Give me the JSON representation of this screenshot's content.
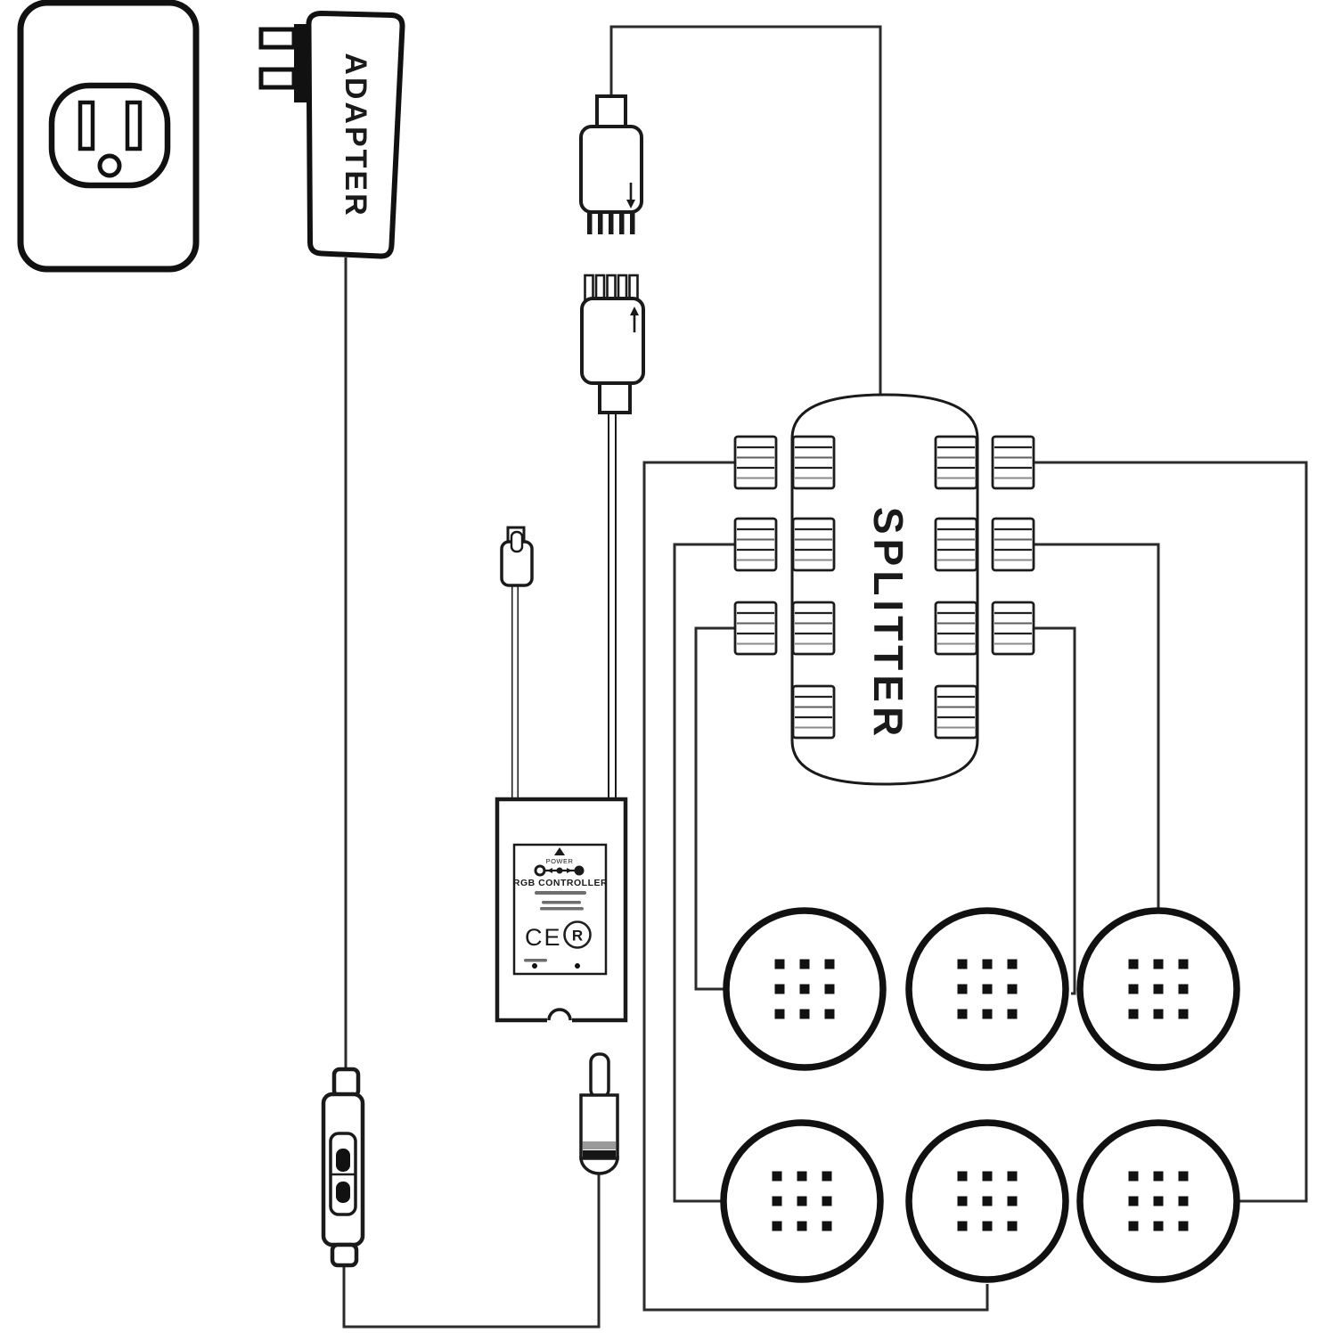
{
  "labels": {
    "adapter": "ADAPTER",
    "splitter": "SPLITTER",
    "controller_power": "POWER",
    "controller_title": "RGB CONTROLLER",
    "ce_mark": "CE",
    "cert_mark": "R"
  },
  "colors": {
    "ink": "#1a1a1a",
    "wire": "#2b2b2b",
    "band_gray": "#9a9a9a",
    "band_black": "#161616",
    "paper": "#ffffff"
  },
  "components": {
    "outlet": "wall outlet",
    "adapter": "power adapter with two prongs",
    "connector_pair": "4-pin female and male strip connectors with insert arrows",
    "controller": "RGB controller box with IR sensor lead",
    "switch": "inline cord switch with two buttons",
    "dc_plug": "DC barrel plug",
    "splitter": "6-way splitter with striped ports",
    "puck_lights_count": 6,
    "splitter_ports_left_inner": 4,
    "splitter_ports_left_outer": 3,
    "splitter_ports_right_inner": 4,
    "splitter_ports_right_outer": 3
  }
}
